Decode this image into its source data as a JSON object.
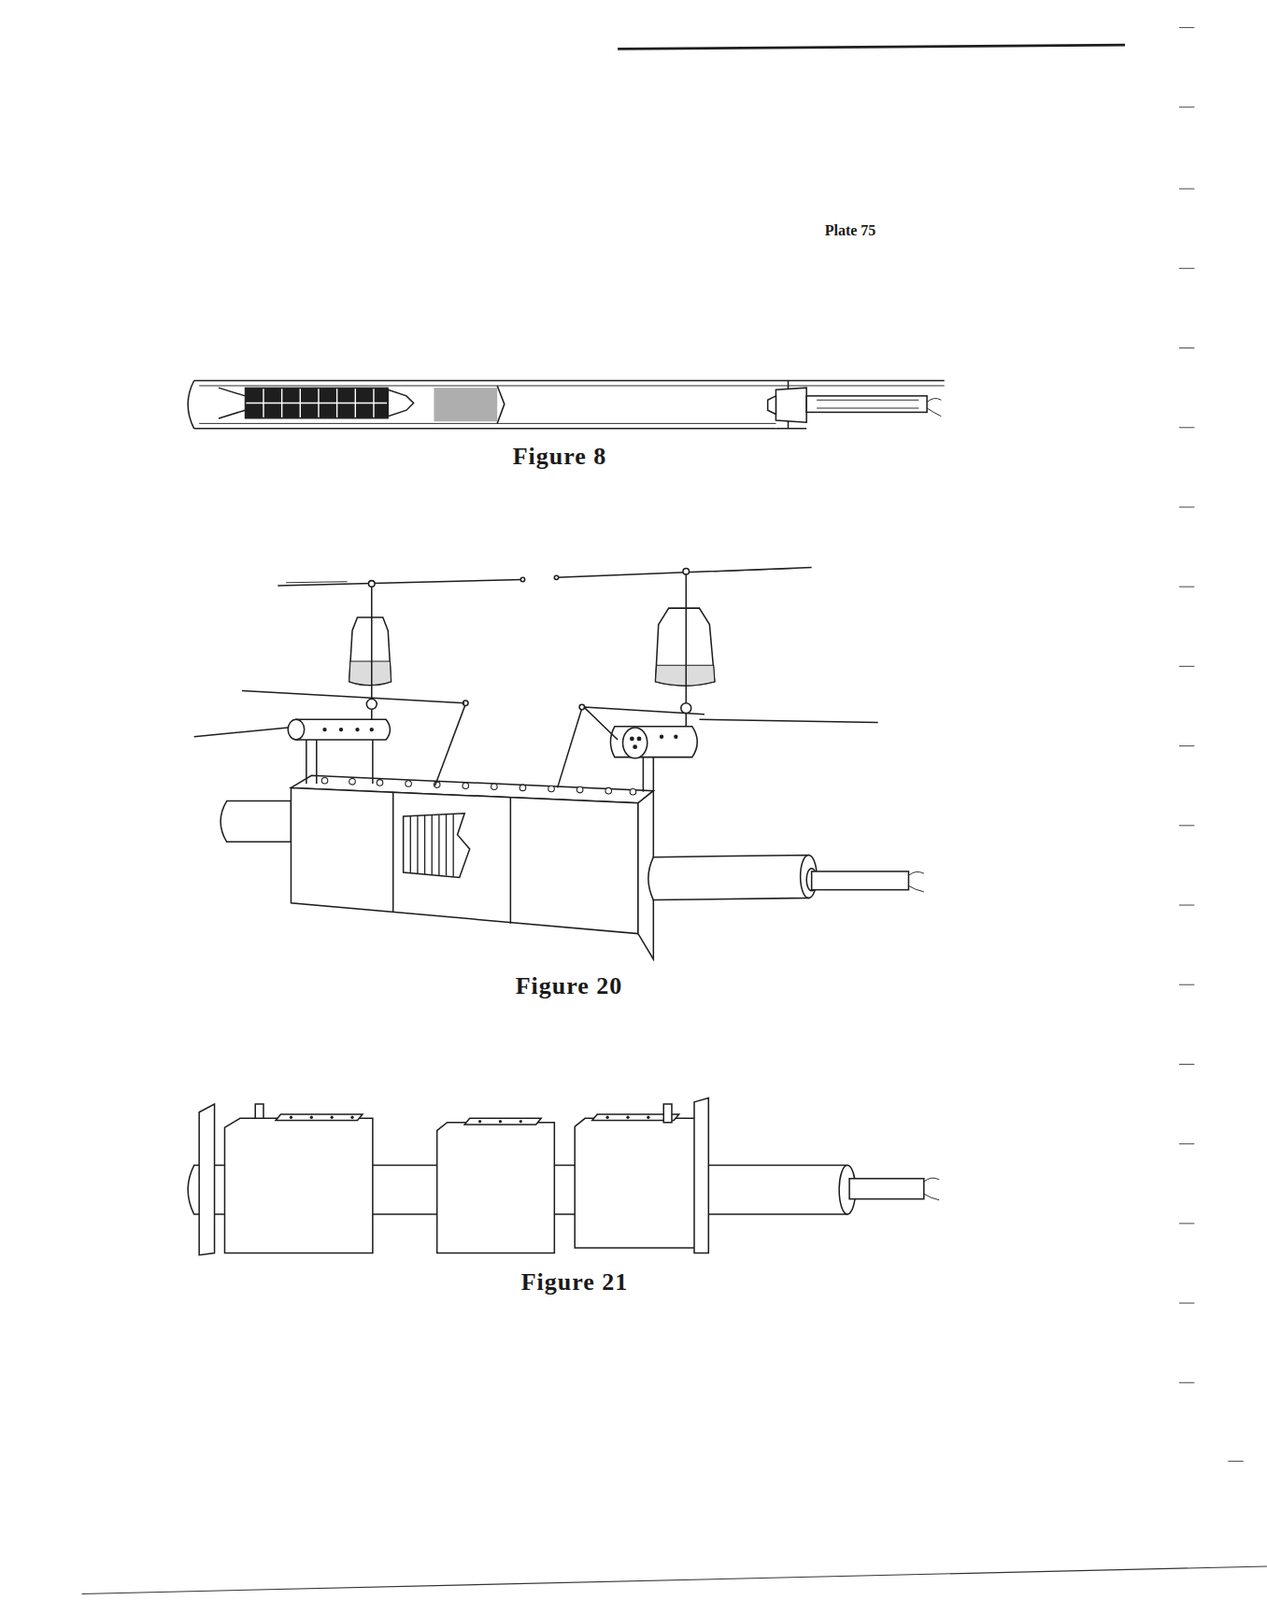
{
  "diagram": {
    "labels": [
      "Plate 75",
      "Figure 8",
      "Figure 20",
      "Figure 21"
    ]
  }
}
